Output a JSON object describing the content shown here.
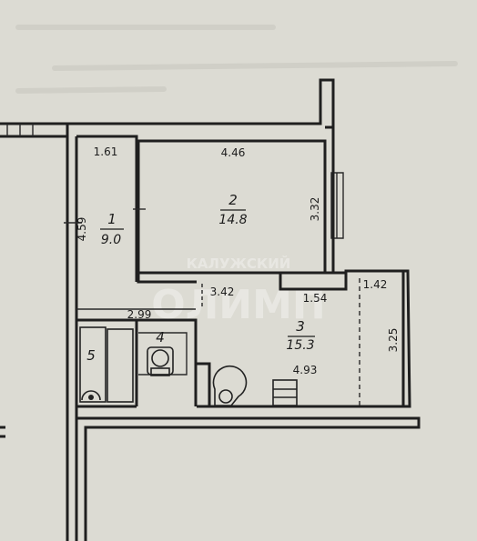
{
  "watermark": {
    "line1": "КАЛУЖСКИЙ",
    "line2": "ОЛИМП"
  },
  "rooms": [
    {
      "number": "1",
      "area": "9.0"
    },
    {
      "number": "2",
      "area": "14.8"
    },
    {
      "number": "3",
      "area": "15.3"
    },
    {
      "number": "4"
    },
    {
      "number": "5"
    }
  ],
  "dimensions": {
    "room1_width": "1.61",
    "room1_length": "4.59",
    "room2_width": "4.46",
    "room2_length": "3.32",
    "room3_top_left": "3.42",
    "room3_top_mid": "1.54",
    "room3_top_right": "1.42",
    "room3_height": "3.25",
    "room3_length": "4.93",
    "bath_width": "2.99"
  },
  "icons": {
    "toilet": "toilet-icon",
    "bathtub": "bathtub-icon",
    "sink": "sink-icon",
    "stove": "stove-icon"
  }
}
